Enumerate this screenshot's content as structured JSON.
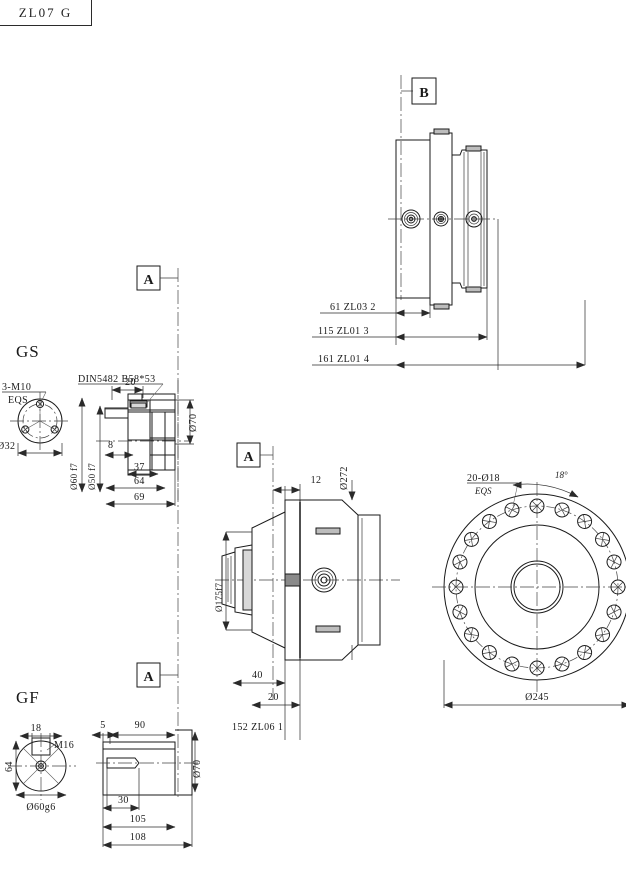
{
  "drawing": {
    "title": "ZL07 G",
    "type": "mechanical-assembly-drawing",
    "sheet_size": [
      626,
      871
    ]
  },
  "view_labels": {
    "section_a_top": "A",
    "section_a_mid": "A",
    "section_a_bottom": "A",
    "section_b": "B"
  },
  "variants": {
    "gs": {
      "name": "GS",
      "spline_note": "DIN5482 B58*53",
      "hole_note_line1": "3-M10",
      "hole_note_line2": "EQS",
      "pcd": "Ø32",
      "dims": {
        "d20": "20",
        "d8": "8",
        "d37": "37",
        "d64": "64",
        "d69": "69",
        "d60f7": "Ø60 f7",
        "d50f7": "Ø50 f7",
        "d70": "Ø70"
      }
    },
    "gf": {
      "name": "GF",
      "key_width": "18",
      "thread": "M16",
      "height": "64",
      "shaft_dia": "Ø60g6",
      "dims": {
        "d5": "5",
        "d90": "90",
        "d30": "30",
        "d105": "105",
        "d108": "108",
        "d70": "Ø70"
      }
    }
  },
  "main_view": {
    "dim_12": "12",
    "dim_40": "40",
    "dim_20": "20",
    "dia_272": "Ø272",
    "dia_175f7": "Ø175f7",
    "baseline": "152  ZL06  1"
  },
  "stack_dims": {
    "d61": "61  ZL03  2",
    "d115": "115  ZL01  3",
    "d161": "161  ZL01  4"
  },
  "flange_view": {
    "bolt_note_line1": "20-Ø18",
    "bolt_note_line2": "EQS",
    "angle": "18°",
    "outer_dia": "Ø245",
    "bolt_count": 20,
    "bolt_pitch_deg": 18
  },
  "colors": {
    "line": "#1a1a1a",
    "center_line": "#444444",
    "background": "#ffffff",
    "hatch": "#8a8a8a"
  }
}
